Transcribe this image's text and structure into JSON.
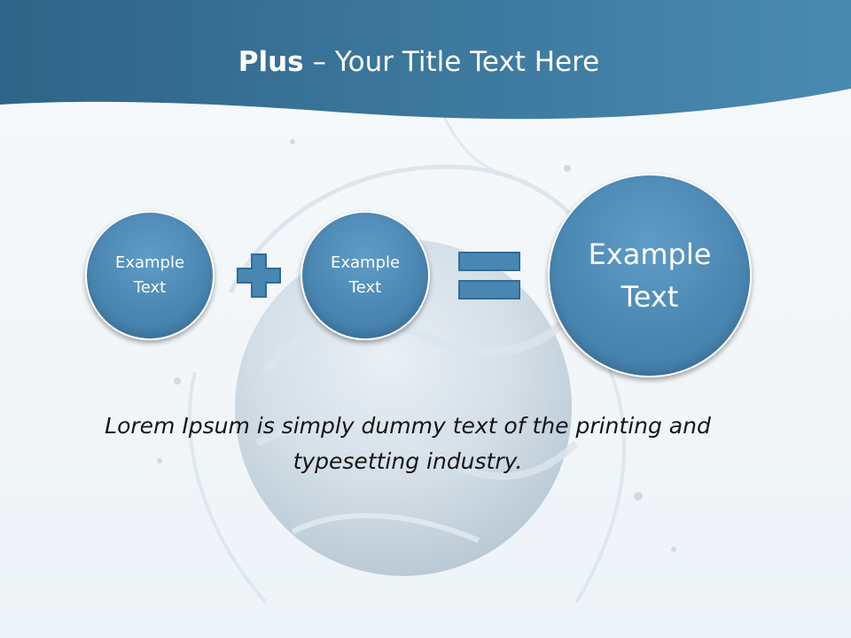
{
  "slide": {
    "title_bold": "Plus",
    "title_rest": " – Your Title Text Here",
    "circles": [
      {
        "line1": "Example",
        "line2": "Text"
      },
      {
        "line1": "Example",
        "line2": "Text"
      },
      {
        "line1": "Example",
        "line2": "Text"
      }
    ],
    "operators": [
      "plus-icon",
      "equals-icon"
    ],
    "body_text": "Lorem Ipsum is simply dummy text of the printing and typesetting industry."
  },
  "colors": {
    "header_dark": "#2e6487",
    "header_light": "#4a8ab1",
    "circle_fill": "#4b87b3",
    "operator_fill": "#4a86b2",
    "text_dark": "#141414"
  }
}
